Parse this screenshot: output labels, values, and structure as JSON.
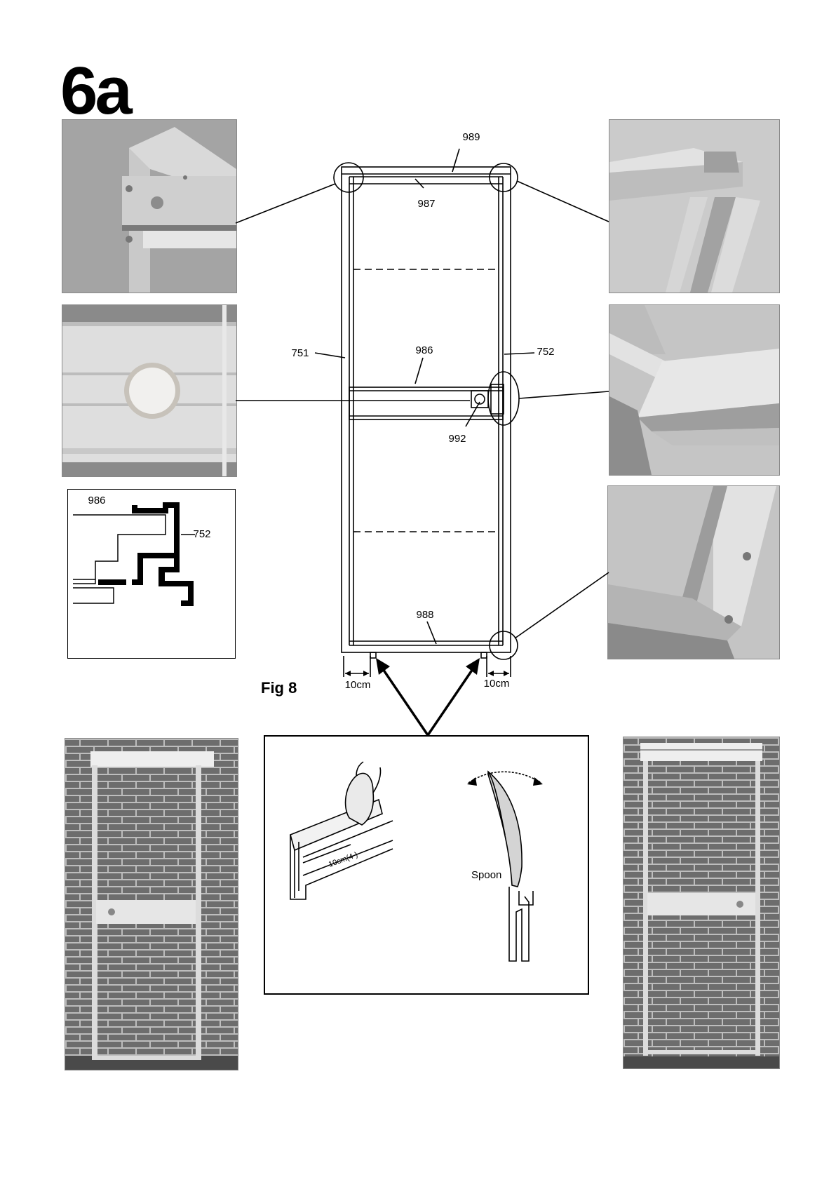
{
  "page": {
    "title": "6a"
  },
  "figure": {
    "label": "Fig 8",
    "parts": {
      "top_rail": "989",
      "top_inner": "987",
      "middle_rail": "986",
      "bottom_rail": "988",
      "left_stile": "751",
      "right_stile": "752",
      "handle": "992"
    },
    "dimension_left": "10cm",
    "dimension_right": "10cm"
  },
  "section_detail": {
    "label_rail": "986",
    "label_stile": "752"
  },
  "inset": {
    "measure_text": "10cm(4 )",
    "tool_label": "Spoon"
  },
  "colors": {
    "ink": "#000000",
    "brick": "#6d6d6d",
    "mortar": "#bdbdbd",
    "aluminium": "#d8d8d8"
  }
}
